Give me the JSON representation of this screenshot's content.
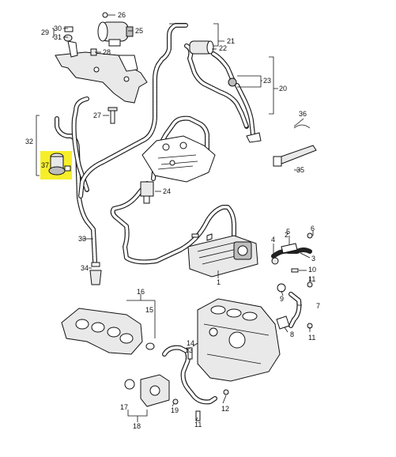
{
  "diagram": {
    "highlight_color": "#f7ee2a",
    "callouts": [
      {
        "id": "c1",
        "text": "1"
      },
      {
        "id": "c2",
        "text": "2"
      },
      {
        "id": "c3",
        "text": "3"
      },
      {
        "id": "c4",
        "text": "4"
      },
      {
        "id": "c5",
        "text": "5"
      },
      {
        "id": "c6",
        "text": "6"
      },
      {
        "id": "c7",
        "text": "7"
      },
      {
        "id": "c8",
        "text": "8"
      },
      {
        "id": "c9",
        "text": "9"
      },
      {
        "id": "c10",
        "text": "10"
      },
      {
        "id": "c11a",
        "text": "11"
      },
      {
        "id": "c11b",
        "text": "11"
      },
      {
        "id": "c11c",
        "text": "11"
      },
      {
        "id": "c12",
        "text": "12"
      },
      {
        "id": "c13",
        "text": "13"
      },
      {
        "id": "c14",
        "text": "14"
      },
      {
        "id": "c15",
        "text": "15"
      },
      {
        "id": "c16",
        "text": "16"
      },
      {
        "id": "c17",
        "text": "17"
      },
      {
        "id": "c18",
        "text": "18"
      },
      {
        "id": "c19",
        "text": "19"
      },
      {
        "id": "c20",
        "text": "20"
      },
      {
        "id": "c21",
        "text": "21"
      },
      {
        "id": "c22",
        "text": "22"
      },
      {
        "id": "c23",
        "text": "23"
      },
      {
        "id": "c24",
        "text": "24"
      },
      {
        "id": "c25",
        "text": "25"
      },
      {
        "id": "c26",
        "text": "26"
      },
      {
        "id": "c27",
        "text": "27"
      },
      {
        "id": "c28",
        "text": "28"
      },
      {
        "id": "c29",
        "text": "29"
      },
      {
        "id": "c30",
        "text": "30"
      },
      {
        "id": "c31",
        "text": "31"
      },
      {
        "id": "c32",
        "text": "32"
      },
      {
        "id": "c33",
        "text": "33"
      },
      {
        "id": "c34",
        "text": "34"
      },
      {
        "id": "c35",
        "text": "35"
      },
      {
        "id": "c36",
        "text": "36"
      },
      {
        "id": "c37",
        "text": "37"
      }
    ]
  }
}
